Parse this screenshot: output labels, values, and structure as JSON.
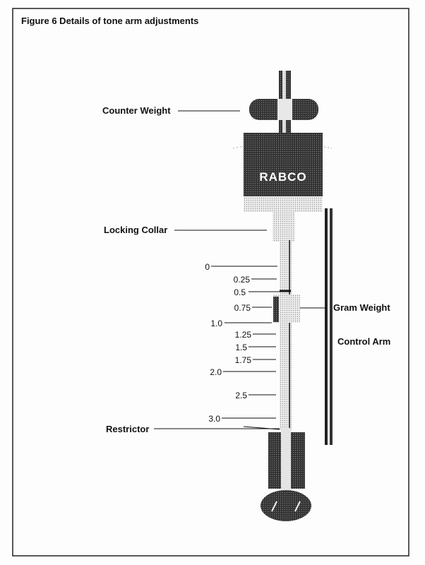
{
  "figure": {
    "title": "Figure 6  Details of tone arm adjustments",
    "brand": "RABCO",
    "labels": {
      "counter_weight": "Counter Weight",
      "locking_collar": "Locking Collar",
      "restrictor": "Restrictor",
      "gram_weight": "Gram Weight",
      "control_arm": "Control Arm"
    },
    "scale_ticks": [
      "0",
      "0.25",
      "0.5",
      "0.75",
      "1.0",
      "1.25",
      "1.5",
      "1.75",
      "2.0",
      "2.5",
      "3.0"
    ]
  }
}
